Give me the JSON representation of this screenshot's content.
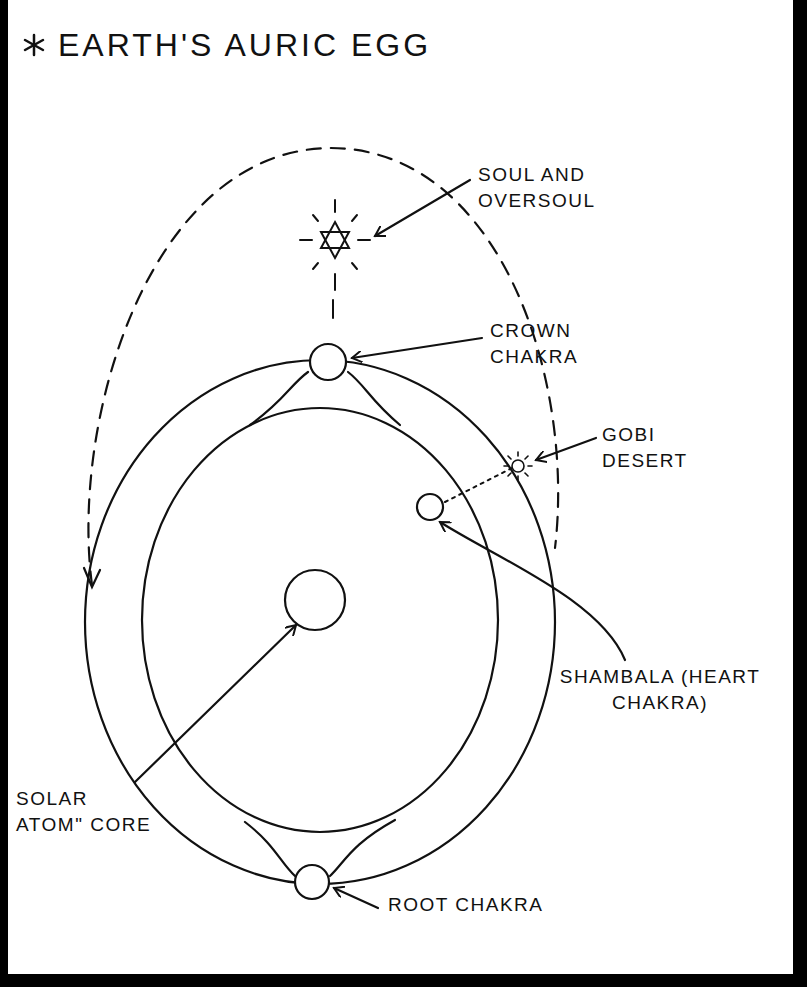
{
  "diagram": {
    "title": "EARTH'S AURIC EGG",
    "labels": [
      "SOUL AND OVERSOUL",
      "CROWN CHAKRA",
      "GOBI DESERT",
      "SHAMBALA (HEART CHAKRA)",
      "SOLAR ATOM\" CORE",
      "ROOT CHAKRA"
    ]
  }
}
